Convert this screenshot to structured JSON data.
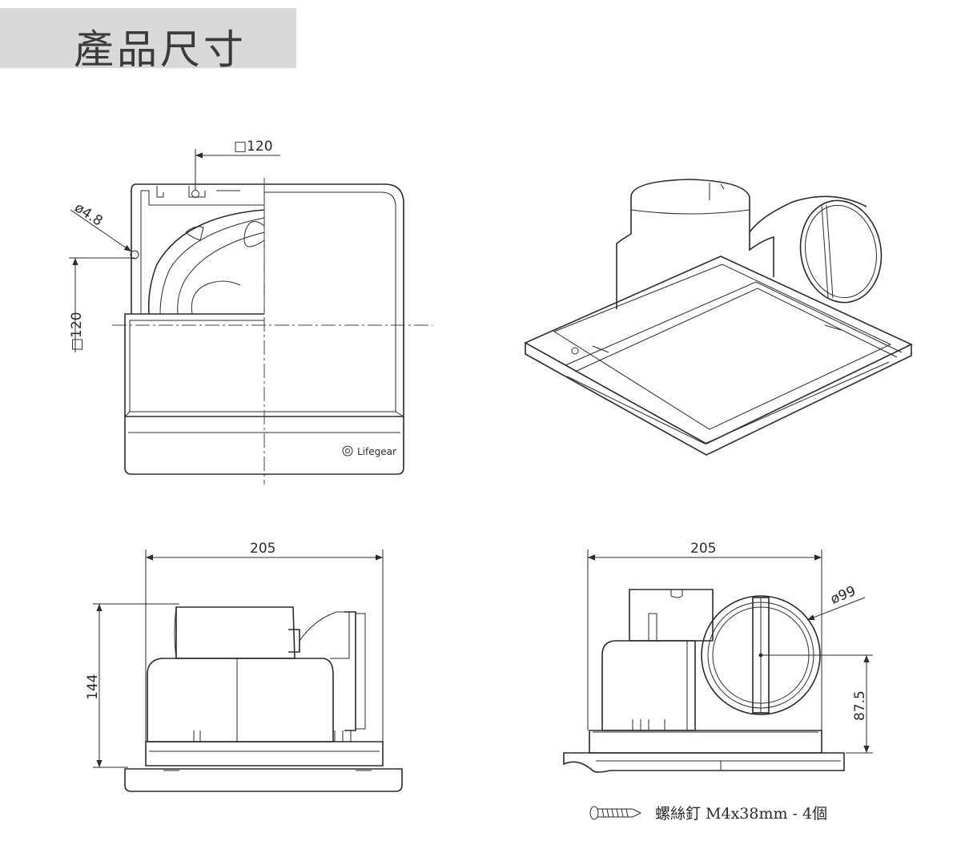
{
  "header": {
    "title": "產品尺寸"
  },
  "dims": {
    "top_square": "□120",
    "hole": "ø4.8",
    "left_square": "□120",
    "front_width": "205",
    "front_height": "144",
    "side_width": "205",
    "duct_dia": "ø99",
    "duct_height": "87.5"
  },
  "brand": "Lifegear",
  "note": {
    "text": "螺絲釘  M4x38mm - 4個"
  }
}
